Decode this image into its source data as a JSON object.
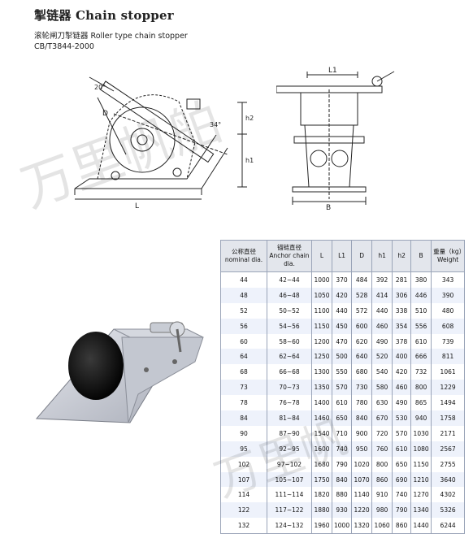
{
  "header": {
    "title": "掣链器 Chain stopper",
    "subtitle_line1": "滚轮闸刀掣链器 Roller type chain stopper",
    "subtitle_line2": "CB/T3844-2000"
  },
  "watermark": {
    "text1": "万里帆舶",
    "text2": "万里帆"
  },
  "drawing_labels": {
    "angle_20": "20°",
    "angle_34": "34°",
    "D": "D",
    "h2": "h2",
    "h1": "h1",
    "L": "L",
    "L1": "L1",
    "B": "B"
  },
  "table": {
    "headers": [
      {
        "cn": "公称直径",
        "en": "nominal dia."
      },
      {
        "cn": "锚链直径",
        "en": "Anchor chain dia."
      },
      {
        "cn": "",
        "en": "L"
      },
      {
        "cn": "",
        "en": "L1"
      },
      {
        "cn": "",
        "en": "D"
      },
      {
        "cn": "",
        "en": "h1"
      },
      {
        "cn": "",
        "en": "h2"
      },
      {
        "cn": "",
        "en": "B"
      },
      {
        "cn": "重量（kg）",
        "en": "Weight"
      }
    ],
    "rows": [
      [
        "44",
        "42~44",
        "1000",
        "370",
        "484",
        "392",
        "281",
        "380",
        "343"
      ],
      [
        "48",
        "46~48",
        "1050",
        "420",
        "528",
        "414",
        "306",
        "446",
        "390"
      ],
      [
        "52",
        "50~52",
        "1100",
        "440",
        "572",
        "440",
        "338",
        "510",
        "480"
      ],
      [
        "56",
        "54~56",
        "1150",
        "450",
        "600",
        "460",
        "354",
        "556",
        "608"
      ],
      [
        "60",
        "58~60",
        "1200",
        "470",
        "620",
        "490",
        "378",
        "610",
        "739"
      ],
      [
        "64",
        "62~64",
        "1250",
        "500",
        "640",
        "520",
        "400",
        "666",
        "811"
      ],
      [
        "68",
        "66~68",
        "1300",
        "550",
        "680",
        "540",
        "420",
        "732",
        "1061"
      ],
      [
        "73",
        "70~73",
        "1350",
        "570",
        "730",
        "580",
        "460",
        "800",
        "1229"
      ],
      [
        "78",
        "76~78",
        "1400",
        "610",
        "780",
        "630",
        "490",
        "865",
        "1494"
      ],
      [
        "84",
        "81~84",
        "1460",
        "650",
        "840",
        "670",
        "530",
        "940",
        "1758"
      ],
      [
        "90",
        "87~90",
        "1540",
        "710",
        "900",
        "720",
        "570",
        "1030",
        "2171"
      ],
      [
        "95",
        "92~95",
        "1600",
        "740",
        "950",
        "760",
        "610",
        "1080",
        "2567"
      ],
      [
        "102",
        "97~102",
        "1680",
        "790",
        "1020",
        "800",
        "650",
        "1150",
        "2755"
      ],
      [
        "107",
        "105~107",
        "1750",
        "840",
        "1070",
        "860",
        "690",
        "1210",
        "3640"
      ],
      [
        "114",
        "111~114",
        "1820",
        "880",
        "1140",
        "910",
        "740",
        "1270",
        "4302"
      ],
      [
        "122",
        "117~122",
        "1880",
        "930",
        "1220",
        "980",
        "790",
        "1340",
        "5326"
      ],
      [
        "132",
        "124~132",
        "1960",
        "1000",
        "1320",
        "1060",
        "860",
        "1440",
        "6244"
      ]
    ]
  }
}
